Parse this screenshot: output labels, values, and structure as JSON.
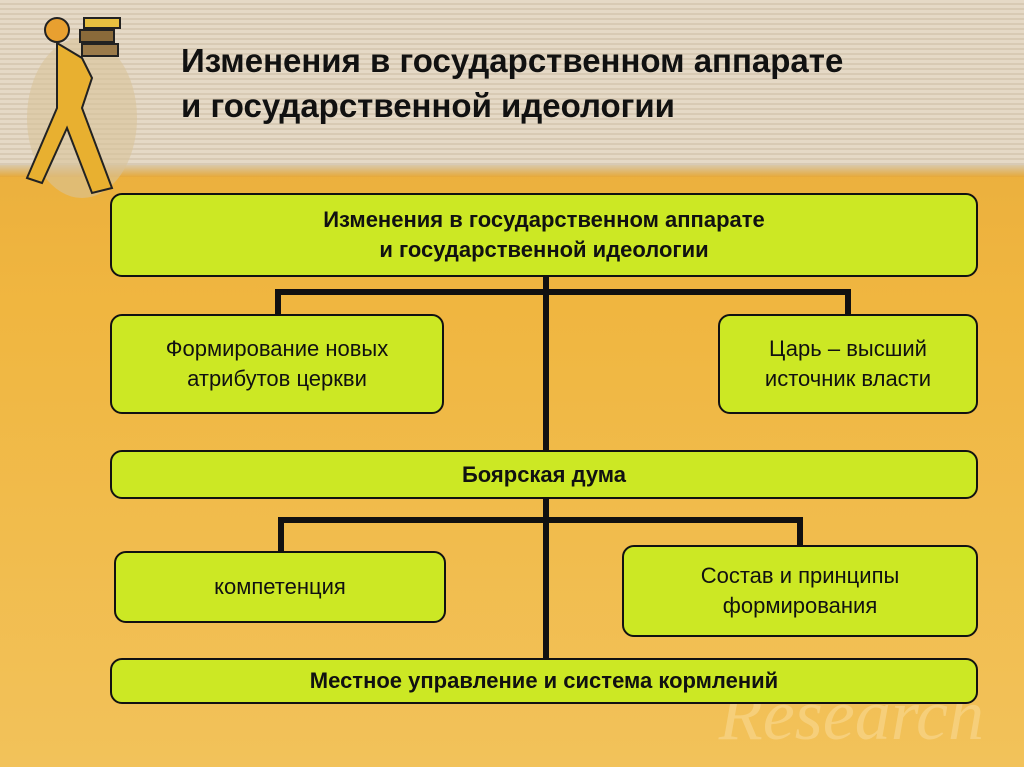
{
  "slide": {
    "title_line1": "Изменения в государственном аппарате",
    "title_line2": "и государственной идеологии",
    "watermark": "Research"
  },
  "diagram": {
    "root": {
      "line1": "Изменения в государственном аппарате",
      "line2": "и государственной идеологии"
    },
    "left_top": {
      "line1": "Формирование новых",
      "line2": "атрибутов церкви"
    },
    "right_top": {
      "line1": "Царь – высший",
      "line2": "источник власти"
    },
    "middle": "Боярская дума",
    "left_bottom": "компетенция",
    "right_bottom": {
      "line1": "Состав и принципы",
      "line2": "формирования"
    },
    "bottom": "Местное управление и система кормлений"
  },
  "colors": {
    "box_fill": "#cce824",
    "connector": "#111111",
    "background": "#f0b640"
  }
}
